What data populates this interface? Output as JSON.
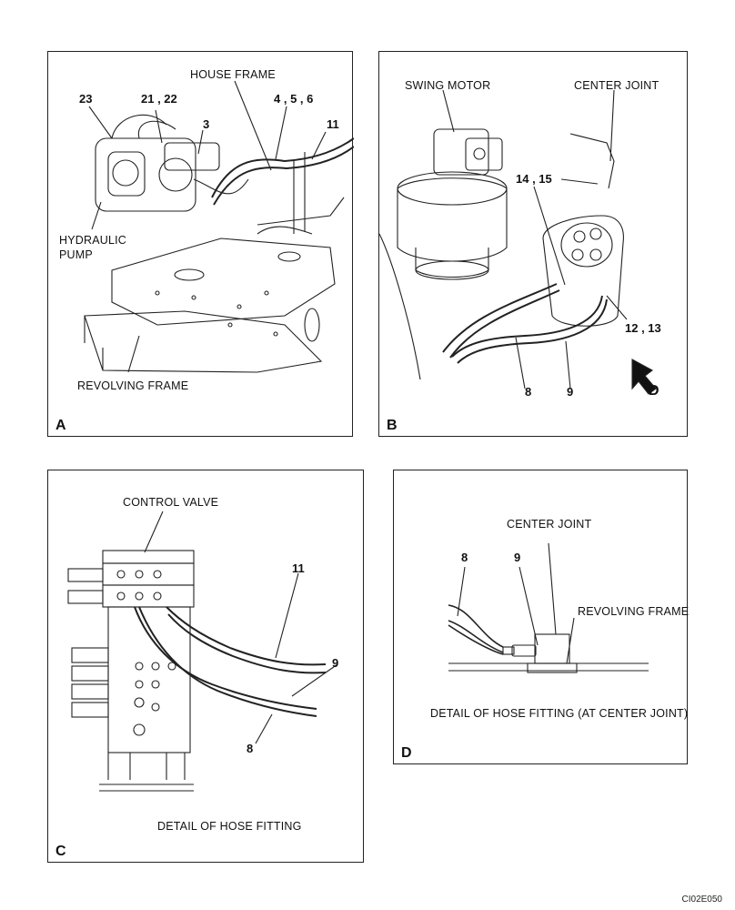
{
  "doc_id": "CI02E050",
  "panel_a": {
    "letter": "A",
    "house_frame": "HOUSE FRAME",
    "hydraulic_pump_line1": "HYDRAULIC",
    "hydraulic_pump_line2": "PUMP",
    "revolving_frame": "REVOLVING FRAME",
    "ref_23": "23",
    "ref_21_22": "21 , 22",
    "ref_3": "3",
    "ref_4_5_6": "4 , 5 , 6",
    "ref_11": "11"
  },
  "panel_b": {
    "letter": "B",
    "swing_motor": "SWING MOTOR",
    "center_joint": "CENTER JOINT",
    "ref_14_15": "14 , 15",
    "ref_12_13": "12 , 13",
    "ref_8": "8",
    "ref_9": "9",
    "view_d": "D"
  },
  "panel_c": {
    "letter": "C",
    "control_valve": "CONTROL VALVE",
    "caption": "DETAIL OF HOSE FITTING",
    "ref_11": "11",
    "ref_9": "9",
    "ref_8": "8"
  },
  "panel_d": {
    "letter": "D",
    "center_joint": "CENTER JOINT",
    "revolving_frame": "REVOLVING  FRAME",
    "caption": "DETAIL OF HOSE FITTING (AT CENTER JOINT)",
    "ref_8": "8",
    "ref_9": "9"
  }
}
